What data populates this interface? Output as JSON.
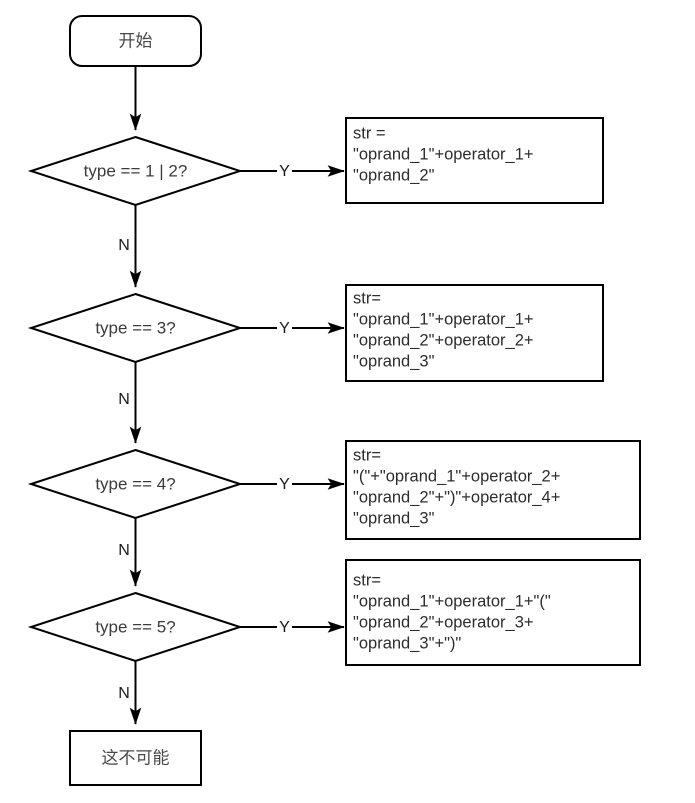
{
  "diagram": {
    "type": "flowchart",
    "title": "",
    "colors": {
      "background": "#ffffff",
      "stroke": "#000000",
      "text": "#3c3c3c",
      "shape_fill": "#ffffff"
    },
    "start": {
      "shape": "rounded-rectangle",
      "label": "开始"
    },
    "end": {
      "shape": "rectangle",
      "label": "这不可能"
    },
    "edge_labels": {
      "yes": "Y",
      "no": "N"
    },
    "branches": [
      {
        "id": "branch-1",
        "decision": "type == 1 | 2?",
        "yes_label": "Y",
        "no_label": "N",
        "process_lines": [
          "str =",
          "\"oprand_1\"+operator_1+",
          "\"oprand_2\""
        ]
      },
      {
        "id": "branch-2",
        "decision": "type == 3?",
        "yes_label": "Y",
        "no_label": "N",
        "process_lines": [
          "str=",
          "\"oprand_1\"+operator_1+",
          "\"oprand_2\"+operator_2+",
          "\"oprand_3\""
        ]
      },
      {
        "id": "branch-3",
        "decision": "type == 4?",
        "yes_label": "Y",
        "no_label": "N",
        "process_lines": [
          "str=",
          "\"(\"+\"oprand_1\"+operator_2+",
          "\"oprand_2\"+\")\"+operator_4+",
          "\"oprand_3\""
        ]
      },
      {
        "id": "branch-4",
        "decision": "type == 5?",
        "yes_label": "Y",
        "no_label": "N",
        "process_lines": [
          "str=",
          "\"oprand_1\"+operator_1+\"(\"",
          "\"oprand_2\"+operator_3+",
          "\"oprand_3\"+\")\""
        ]
      }
    ]
  }
}
